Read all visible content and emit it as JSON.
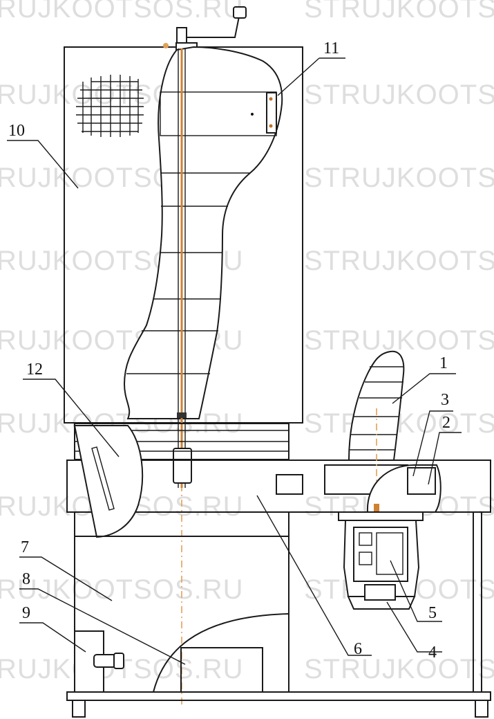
{
  "watermark_left": "RUJKOOTSOS.RU",
  "watermark_right": "STRUJKOOTS",
  "callouts": [
    "1",
    "2",
    "3",
    "4",
    "5",
    "6",
    "7",
    "8",
    "9",
    "10",
    "11",
    "12"
  ],
  "colors": {
    "line": "#1a1a1a",
    "axis": "#e3a055",
    "shaft": "#d08030",
    "watermark": "#d3d3d3"
  }
}
